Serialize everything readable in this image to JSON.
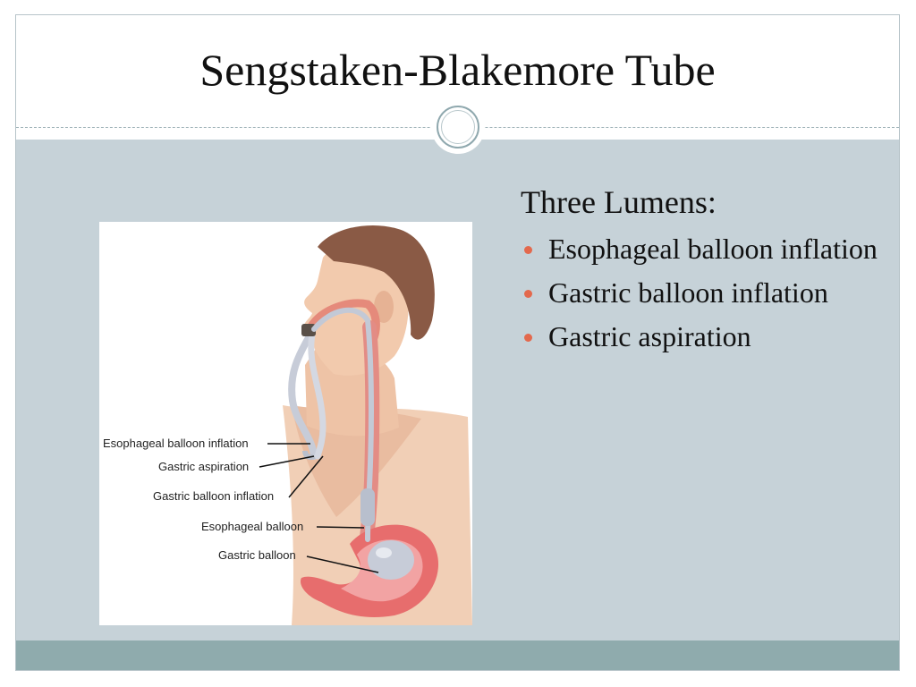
{
  "slide": {
    "title": "Sengstaken-Blakemore Tube",
    "accent_color": "#e3694d",
    "body_background": "#c6d2d8",
    "footer_color": "#8fabad"
  },
  "figure": {
    "labels": [
      "Esophageal balloon inflation",
      "Gastric aspiration",
      "Gastric balloon inflation",
      "Esophageal balloon",
      "Gastric balloon"
    ]
  },
  "content": {
    "heading": "Three Lumens:",
    "bullets": [
      "Esophageal balloon inflation",
      "Gastric balloon inflation",
      "Gastric aspiration"
    ]
  }
}
